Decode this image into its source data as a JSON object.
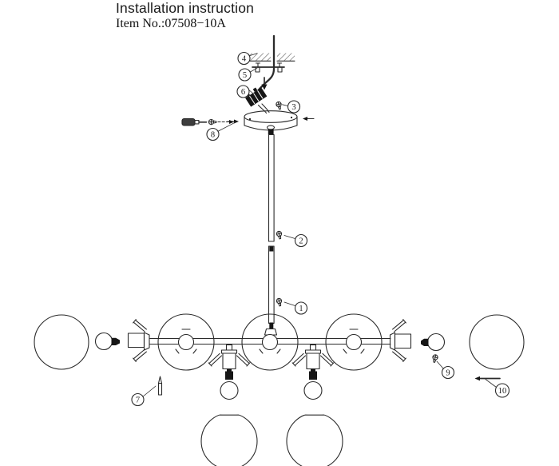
{
  "header": {
    "title": "Installation instruction",
    "item_no": "Item No.:07508−10A"
  },
  "callouts": [
    {
      "num": "1"
    },
    {
      "num": "2"
    },
    {
      "num": "3"
    },
    {
      "num": "4"
    },
    {
      "num": "5"
    },
    {
      "num": "6"
    },
    {
      "num": "7"
    },
    {
      "num": "8"
    },
    {
      "num": "9"
    },
    {
      "num": "10"
    }
  ],
  "parts": {
    "icons": [
      "ceiling-hatch",
      "power-cable",
      "mounting-bracket",
      "terminal-block",
      "insert-arrow-icon",
      "canopy",
      "screw-icon",
      "screwdriver",
      "rod-upper",
      "rod-lower",
      "horizontal-bar",
      "end-socket",
      "spring-clip",
      "down-socket",
      "bulb",
      "glass-globe",
      "locking-pin",
      "slide-arrow-icon"
    ]
  },
  "colors": {
    "line": "#2b2b2b",
    "solid_black": "#161616",
    "background": "#ffffff"
  }
}
